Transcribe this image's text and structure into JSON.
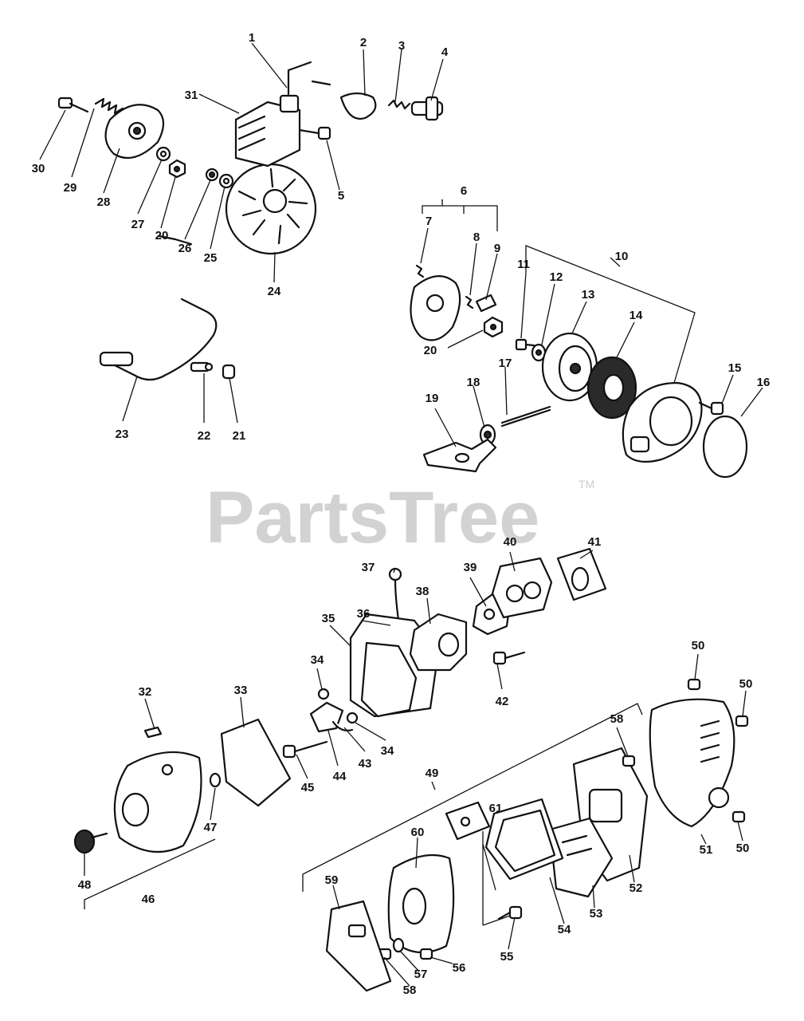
{
  "watermark": {
    "text": "PartsTree",
    "tm": "TM"
  },
  "callouts": [
    "1",
    "2",
    "3",
    "4",
    "5",
    "6",
    "7",
    "8",
    "9",
    "10",
    "11",
    "12",
    "13",
    "14",
    "15",
    "16",
    "17",
    "18",
    "19",
    "20",
    "20",
    "21",
    "22",
    "23",
    "24",
    "25",
    "26",
    "27",
    "28",
    "29",
    "30",
    "31",
    "32",
    "33",
    "34",
    "34",
    "35",
    "36",
    "37",
    "38",
    "39",
    "40",
    "41",
    "42",
    "43",
    "44",
    "45",
    "46",
    "47",
    "48",
    "49",
    "50",
    "50",
    "50",
    "51",
    "52",
    "53",
    "54",
    "55",
    "56",
    "57",
    "58",
    "58",
    "59",
    "60",
    "61"
  ]
}
